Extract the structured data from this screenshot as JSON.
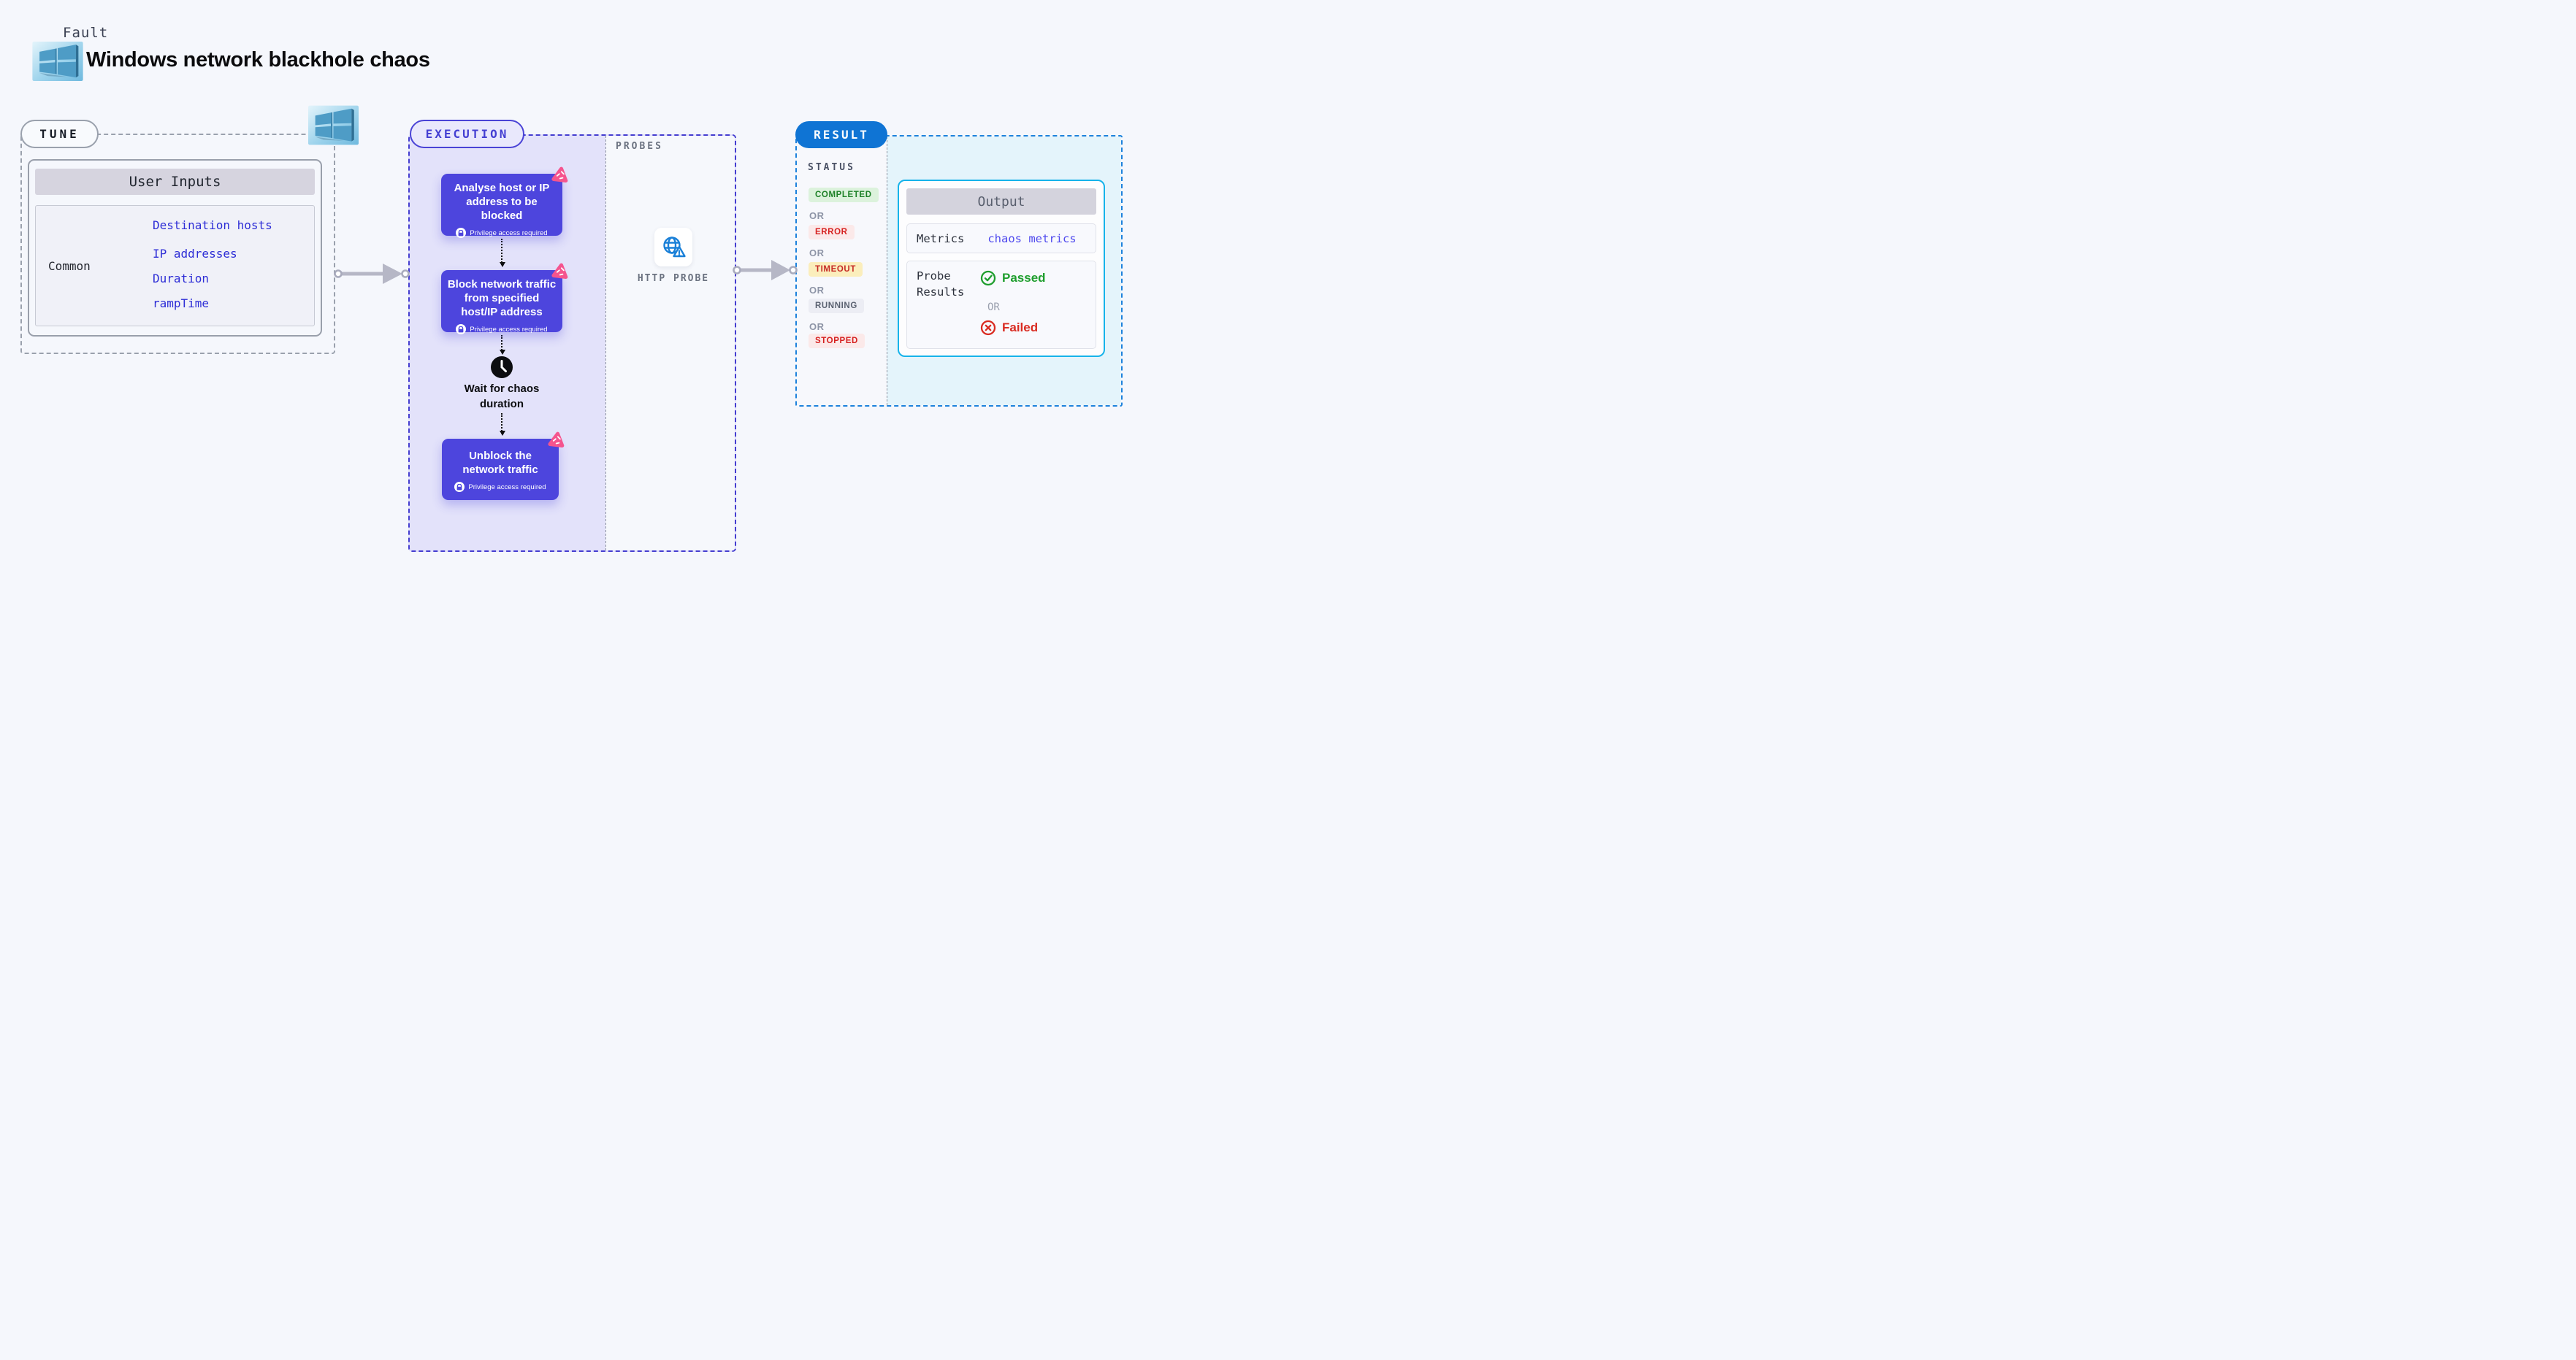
{
  "header": {
    "eyebrow": "Fault",
    "title": "Windows network blackhole chaos"
  },
  "tune": {
    "label": "TUNE",
    "card_title": "User Inputs",
    "row_label": "Common",
    "inputs": [
      "Destination hosts",
      "IP addresses",
      "Duration",
      "rampTime"
    ]
  },
  "execution": {
    "label": "EXECUTION",
    "privilege_note": "Privilege access required",
    "steps": [
      {
        "title": "Analyse host or IP address to be blocked"
      },
      {
        "title": "Block network traffic from specified host/IP address"
      },
      {
        "title": "Wait for chaos duration"
      },
      {
        "title": "Unblock the network traffic"
      }
    ]
  },
  "probes": {
    "label": "PROBES",
    "probe_name": "HTTP PROBE"
  },
  "result": {
    "label": "RESULT",
    "status_label": "STATUS",
    "or_label": "OR",
    "statuses": [
      "COMPLETED",
      "ERROR",
      "TIMEOUT",
      "RUNNING",
      "STOPPED"
    ],
    "output": {
      "title": "Output",
      "metrics_label": "Metrics",
      "metrics_value": "chaos metrics",
      "probe_results_label": "Probe Results",
      "passed": "Passed",
      "or": "OR",
      "failed": "Failed"
    }
  },
  "colors": {
    "page_bg": "#f5f7fc",
    "indigo": "#4a43d6",
    "step_purple": "#4d45dd",
    "lavender": "#e3e2fa",
    "pink_badge": "#f5548e",
    "result_blue": "#0f74d4",
    "result_dash": "#1d82dc",
    "cyan_panel": "#e4f4fb",
    "output_border": "#16b3ea",
    "link_blue": "#2d2dd6",
    "passed_green": "#1f9e2e",
    "failed_red": "#d92b21",
    "arrow_gray": "#b6b7c6"
  }
}
